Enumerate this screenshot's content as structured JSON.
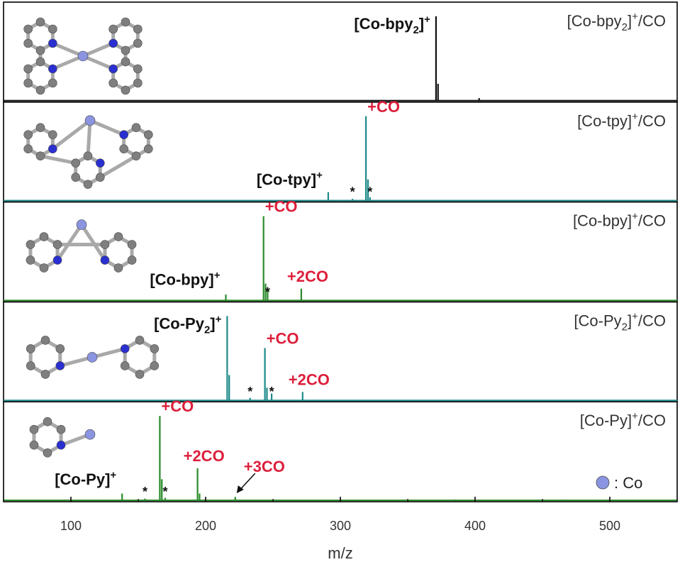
{
  "chart_data": {
    "type": "line",
    "xlabel": "m/z",
    "xlim": [
      50,
      550
    ],
    "xticks": [
      100,
      200,
      300,
      400,
      500
    ],
    "legend": {
      "label": ": Co",
      "color": "#8a94e0"
    },
    "colors": {
      "label_black": "#111111",
      "label_red": "#dd1f3b",
      "bond": "#a9a9a9",
      "carbon": "#7f7f7f",
      "nitrogen": "#2a2fd0",
      "cobalt": "#8a94e0"
    },
    "panels": [
      {
        "title": "[Co-bpy2]+/CO",
        "color": "#111111",
        "peaks": [
          {
            "x": 371,
            "y": 1.0
          },
          {
            "x": 372.5,
            "y": 0.2
          },
          {
            "x": 403,
            "y": 0.03
          }
        ],
        "labels": [
          {
            "text": "[Co-bpy2]+",
            "x": 371,
            "y": 1.0,
            "color": "black"
          }
        ],
        "stars": [],
        "molecule": "Co-bpy2"
      },
      {
        "title": "[Co-tpy]+/CO",
        "color": "#1e8a8a",
        "peaks": [
          {
            "x": 291,
            "y": 0.1
          },
          {
            "x": 309,
            "y": 0.02
          },
          {
            "x": 319,
            "y": 1.0
          },
          {
            "x": 320.5,
            "y": 0.25
          },
          {
            "x": 322,
            "y": 0.04
          }
        ],
        "labels": [
          {
            "text": "+CO",
            "x": 319,
            "y": 1.0,
            "color": "red"
          },
          {
            "text": "[Co-tpy]+",
            "x": 291,
            "y": 0.1,
            "color": "black"
          }
        ],
        "stars": [
          309,
          322
        ],
        "molecule": "Co-tpy"
      },
      {
        "title": "[Co-bpy]+/CO",
        "color": "#2a8a2a",
        "peaks": [
          {
            "x": 215,
            "y": 0.07
          },
          {
            "x": 243,
            "y": 1.0
          },
          {
            "x": 244.5,
            "y": 0.2
          },
          {
            "x": 246,
            "y": 0.12
          },
          {
            "x": 271,
            "y": 0.14
          }
        ],
        "labels": [
          {
            "text": "+CO",
            "x": 243,
            "y": 1.0,
            "color": "red"
          },
          {
            "text": "[Co-bpy]+",
            "x": 215,
            "y": 0.07,
            "color": "black"
          },
          {
            "text": "+2CO",
            "x": 271,
            "y": 0.14,
            "color": "red"
          }
        ],
        "stars": [
          246
        ],
        "molecule": "Co-bpy"
      },
      {
        "title": "[Co-Py2]+/CO",
        "color": "#1e8a8a",
        "peaks": [
          {
            "x": 216,
            "y": 1.0
          },
          {
            "x": 217.5,
            "y": 0.3
          },
          {
            "x": 233,
            "y": 0.03
          },
          {
            "x": 244,
            "y": 0.62
          },
          {
            "x": 245.5,
            "y": 0.15
          },
          {
            "x": 249,
            "y": 0.08
          },
          {
            "x": 272,
            "y": 0.1
          }
        ],
        "labels": [
          {
            "text": "[Co-Py2]+",
            "x": 216,
            "y": 1.0,
            "color": "black"
          },
          {
            "text": "+CO",
            "x": 244,
            "y": 0.62,
            "color": "red"
          },
          {
            "text": "+2CO",
            "x": 272,
            "y": 0.1,
            "color": "red"
          }
        ],
        "stars": [
          233,
          249
        ],
        "molecule": "Co-Py2"
      },
      {
        "title": "[Co-Py]+/CO",
        "color": "#2a8a2a",
        "peaks": [
          {
            "x": 138,
            "y": 0.08
          },
          {
            "x": 155,
            "y": 0.02
          },
          {
            "x": 166,
            "y": 1.0
          },
          {
            "x": 167.5,
            "y": 0.25
          },
          {
            "x": 170,
            "y": 0.03
          },
          {
            "x": 194,
            "y": 0.38
          },
          {
            "x": 195.5,
            "y": 0.08
          },
          {
            "x": 222,
            "y": 0.04
          },
          {
            "x": 385,
            "y": 0.01
          },
          {
            "x": 465,
            "y": 0.01
          }
        ],
        "labels": [
          {
            "text": "+CO",
            "x": 166,
            "y": 1.0,
            "color": "red"
          },
          {
            "text": "+2CO",
            "x": 194,
            "y": 0.38,
            "color": "red"
          },
          {
            "text": "+3CO",
            "x": 222,
            "y": 0.04,
            "color": "red"
          },
          {
            "text": "[Co-Py]+",
            "x": 138,
            "y": 0.08,
            "color": "black"
          }
        ],
        "stars": [
          155,
          170
        ],
        "molecule": "Co-Py"
      }
    ]
  }
}
